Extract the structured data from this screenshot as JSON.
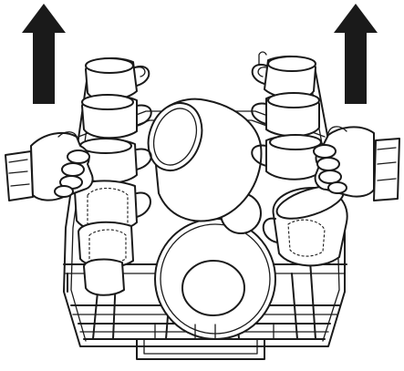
{
  "illustration": {
    "arrows": [
      {
        "icon": "up-arrow-icon",
        "direction": "up",
        "side": "left"
      },
      {
        "icon": "up-arrow-icon",
        "direction": "up",
        "side": "right"
      }
    ],
    "hands": [
      {
        "icon": "left-hand-icon",
        "side": "left"
      },
      {
        "icon": "right-hand-icon",
        "side": "right"
      }
    ],
    "objects": [
      "dish-rack",
      "cups",
      "plates",
      "bowl"
    ],
    "colors": {
      "line": "#1a1a1a",
      "background": "#ffffff"
    }
  }
}
